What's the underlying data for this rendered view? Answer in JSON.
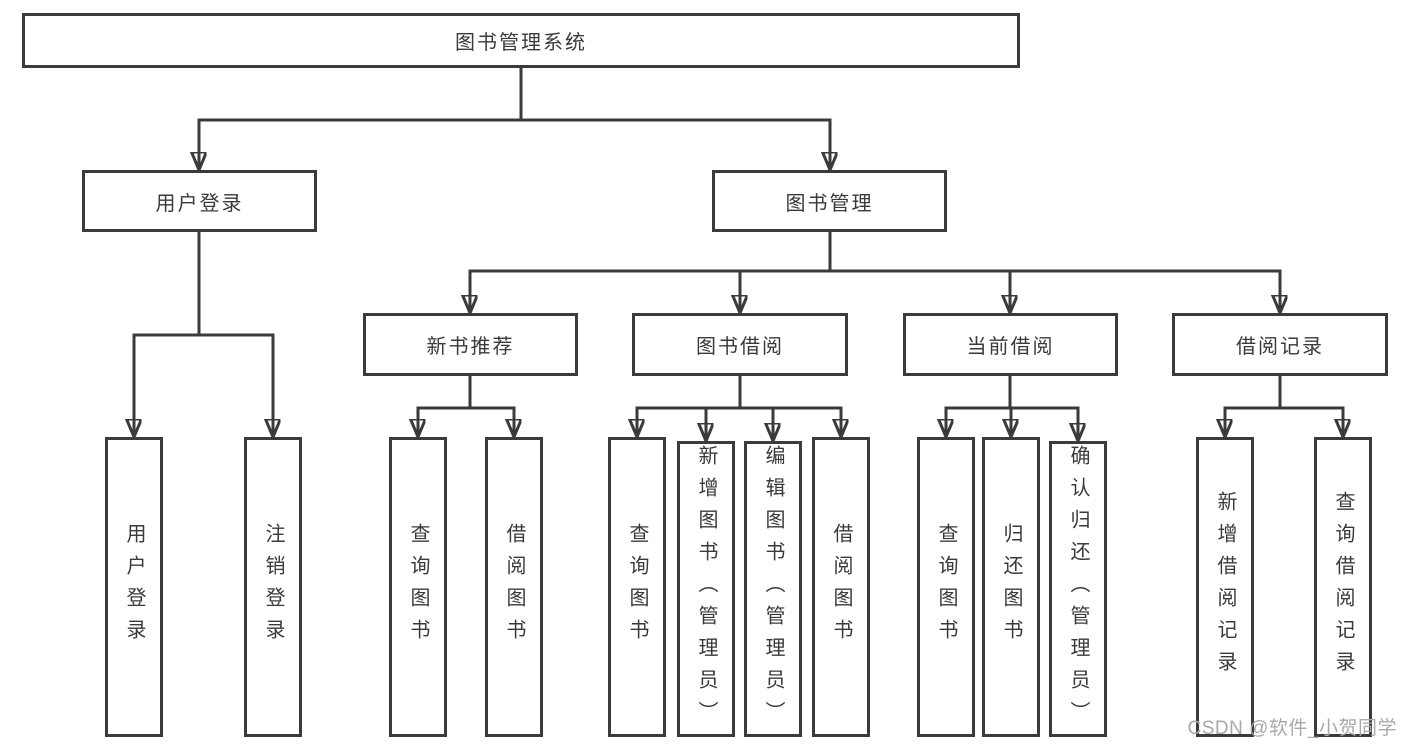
{
  "colors": {
    "line": "#3b3b3b",
    "box_border": "#3b3b3b",
    "text": "#3a3a3a",
    "background": "#ffffff",
    "watermark_text_color": "#a9a9a9"
  },
  "watermark": {
    "text": "CSDN @软件_小贺同学"
  },
  "tree": {
    "label": "图书管理系统",
    "children": [
      {
        "label": "用户登录",
        "children": [
          {
            "label": "用户登录"
          },
          {
            "label": "注销登录"
          }
        ]
      },
      {
        "label": "图书管理",
        "children": [
          {
            "label": "新书推荐",
            "children": [
              {
                "label": "查询图书"
              },
              {
                "label": "借阅图书"
              }
            ]
          },
          {
            "label": "图书借阅",
            "children": [
              {
                "label": "查询图书"
              },
              {
                "label": "新增图书（管理员）"
              },
              {
                "label": "编辑图书（管理员）"
              },
              {
                "label": "借阅图书"
              }
            ]
          },
          {
            "label": "当前借阅",
            "children": [
              {
                "label": "查询图书"
              },
              {
                "label": "归还图书"
              },
              {
                "label": "确认归还（管理员）"
              }
            ]
          },
          {
            "label": "借阅记录",
            "children": [
              {
                "label": "新增借阅记录"
              },
              {
                "label": "查询借阅记录"
              }
            ]
          }
        ]
      }
    ]
  }
}
